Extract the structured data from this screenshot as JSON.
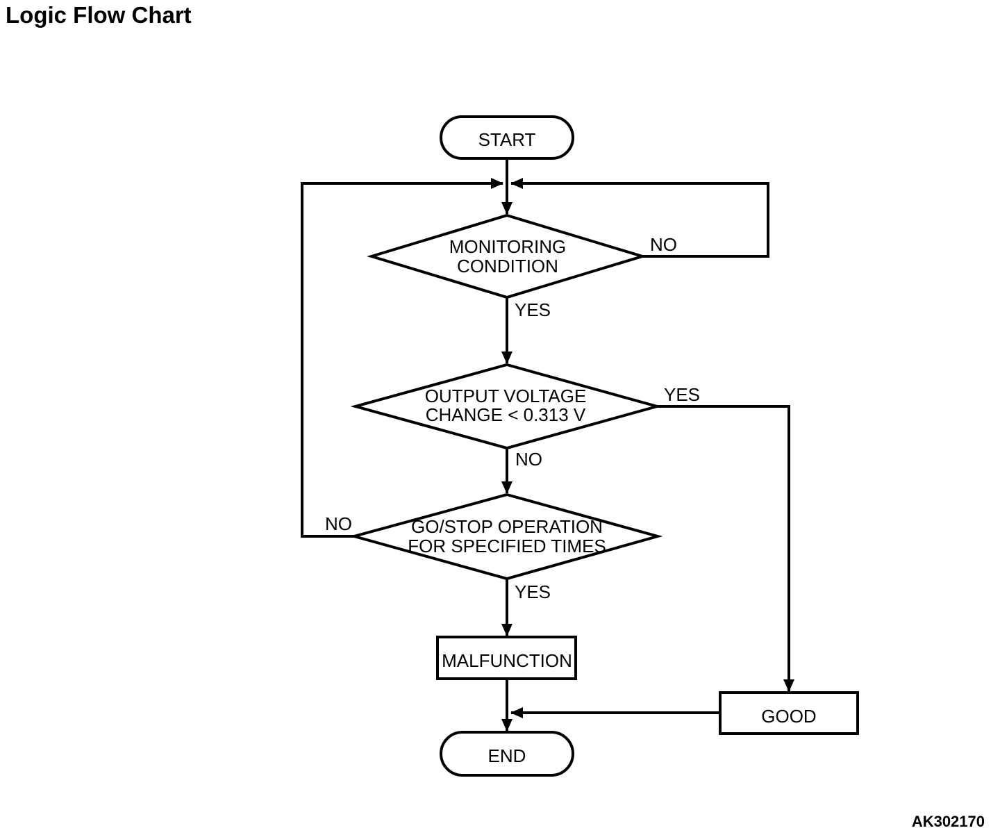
{
  "page": {
    "title": "Logic Flow Chart",
    "figure_code": "AK302170"
  },
  "flowchart": {
    "nodes": {
      "start": {
        "type": "terminator",
        "label": "START"
      },
      "monitoring": {
        "type": "decision",
        "line1": "MONITORING",
        "line2": "CONDITION"
      },
      "voltage": {
        "type": "decision",
        "line1": "OUTPUT VOLTAGE",
        "line2": "CHANGE < 0.313 V"
      },
      "gostop": {
        "type": "decision",
        "line1": "GO/STOP OPERATION",
        "line2": "FOR SPECIFIED TIMES"
      },
      "malfunction": {
        "type": "process",
        "label": "MALFUNCTION"
      },
      "good": {
        "type": "process",
        "label": "GOOD"
      },
      "end": {
        "type": "terminator",
        "label": "END"
      }
    },
    "edges": {
      "monitoring_no": "NO",
      "monitoring_yes": "YES",
      "voltage_yes": "YES",
      "voltage_no": "NO",
      "gostop_no": "NO",
      "gostop_yes": "YES"
    },
    "colors": {
      "ink": "#000000",
      "paper": "#ffffff"
    }
  }
}
